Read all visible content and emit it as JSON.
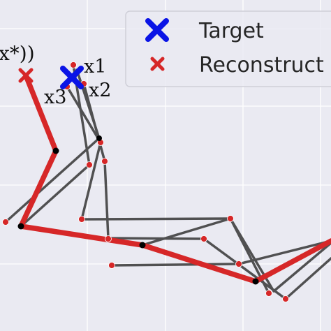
{
  "labels": {
    "corner_label": "x*))",
    "x1": "x1",
    "x2": "x2",
    "x3": "x3"
  },
  "legend": {
    "entries": [
      {
        "label": "Target",
        "marker": "big-x",
        "color": "#0a14e6"
      },
      {
        "label": "Reconstruct",
        "marker": "small-x",
        "color": "#d62728"
      }
    ]
  },
  "colors": {
    "background": "#eaeaf2",
    "grid": "#ffffff",
    "red_arm": "#d62728",
    "gray_arm": "#404040",
    "joint_black": "#000000",
    "target_blue": "#0a14e6"
  }
}
